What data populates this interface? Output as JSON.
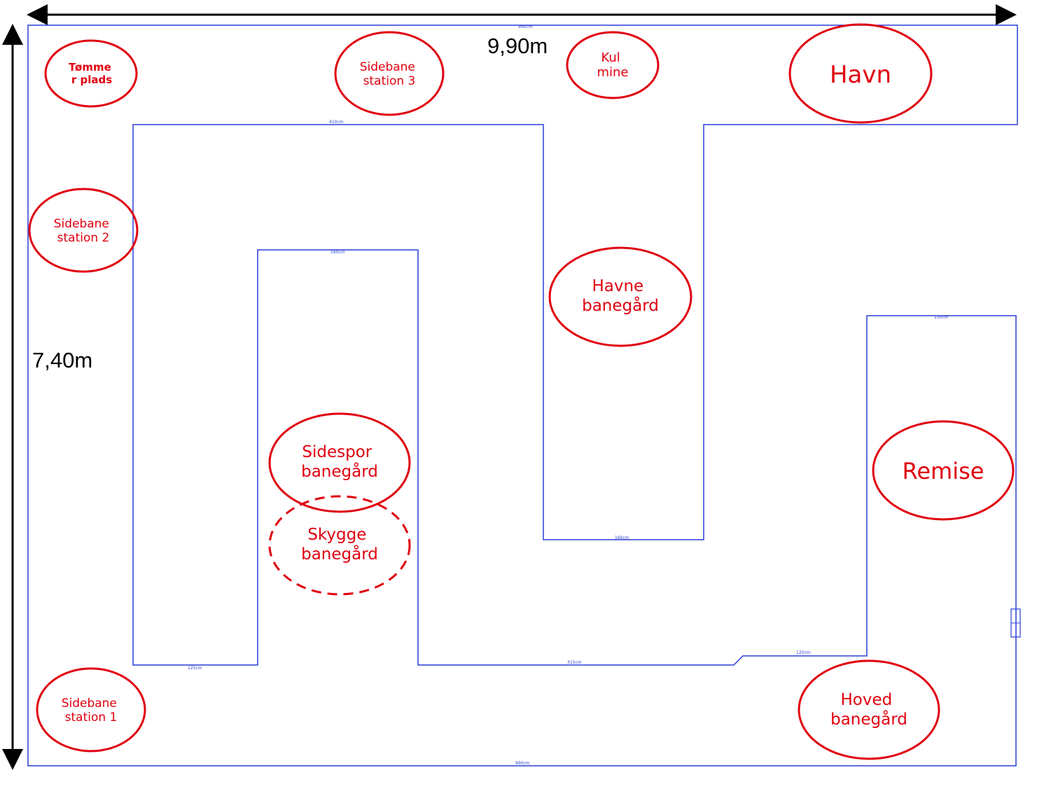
{
  "dimensions": {
    "width_label": "9,90m",
    "height_label": "7,40m"
  },
  "colors": {
    "outline": "#2a3fd6",
    "label": "#e0000f",
    "arrow": "#000000"
  },
  "segment_labels": {
    "top": "990cm",
    "inner_top_left": "410cm",
    "inner_peninsula_top": "160cm",
    "inner_bottom_left": "125cm",
    "havne_bottom": "160cm",
    "main_bottom": "315cm",
    "remise_bottom": "125cm",
    "outer_bottom": "990cm",
    "remise_top": "150cm"
  },
  "locations": {
    "toemmerplads": [
      "Tømme",
      "r plads"
    ],
    "sidebane3": [
      "Sidebane",
      "station 3"
    ],
    "kulmine": [
      "Kul",
      "mine"
    ],
    "havn": [
      "Havn"
    ],
    "sidebane2": [
      "Sidebane",
      "station 2"
    ],
    "havne_banegaard": [
      "Havne",
      "banegård"
    ],
    "sidespor_banegaard": [
      "Sidespor",
      "banegård"
    ],
    "skygge_banegaard": [
      "Skygge",
      "banegård"
    ],
    "remise": [
      "Remise"
    ],
    "sidebane1": [
      "Sidebane",
      "station 1"
    ],
    "hoved_banegaard": [
      "Hoved",
      "banegård"
    ]
  }
}
